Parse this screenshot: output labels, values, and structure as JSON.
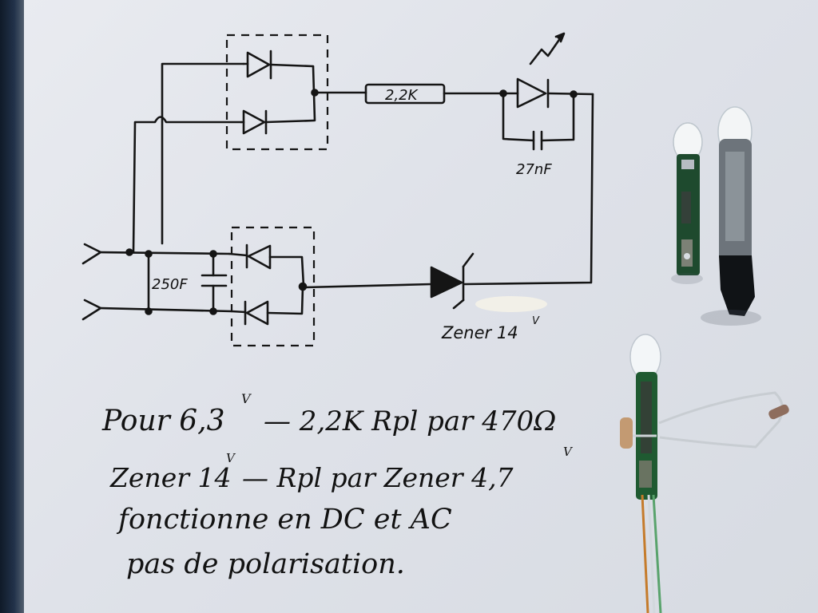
{
  "schematic": {
    "resistor_label": "2,2K",
    "capacitor_small_label": "27nF",
    "capacitor_large_label": "250F",
    "zener_label": "Zener 14",
    "zener_unit": "V"
  },
  "note": {
    "line1": "Pour 6,3",
    "line1_unit": "V",
    "line1_rest": "— 2,2K Rpl par 470Ω",
    "line2": "Zener 14",
    "line2_unit": "V",
    "line2_rest": "— Rpl par Zener 4,7",
    "line2_unit2": "V",
    "line3": "fonctionne en DC et AC",
    "line4": "pas de polarisation."
  }
}
